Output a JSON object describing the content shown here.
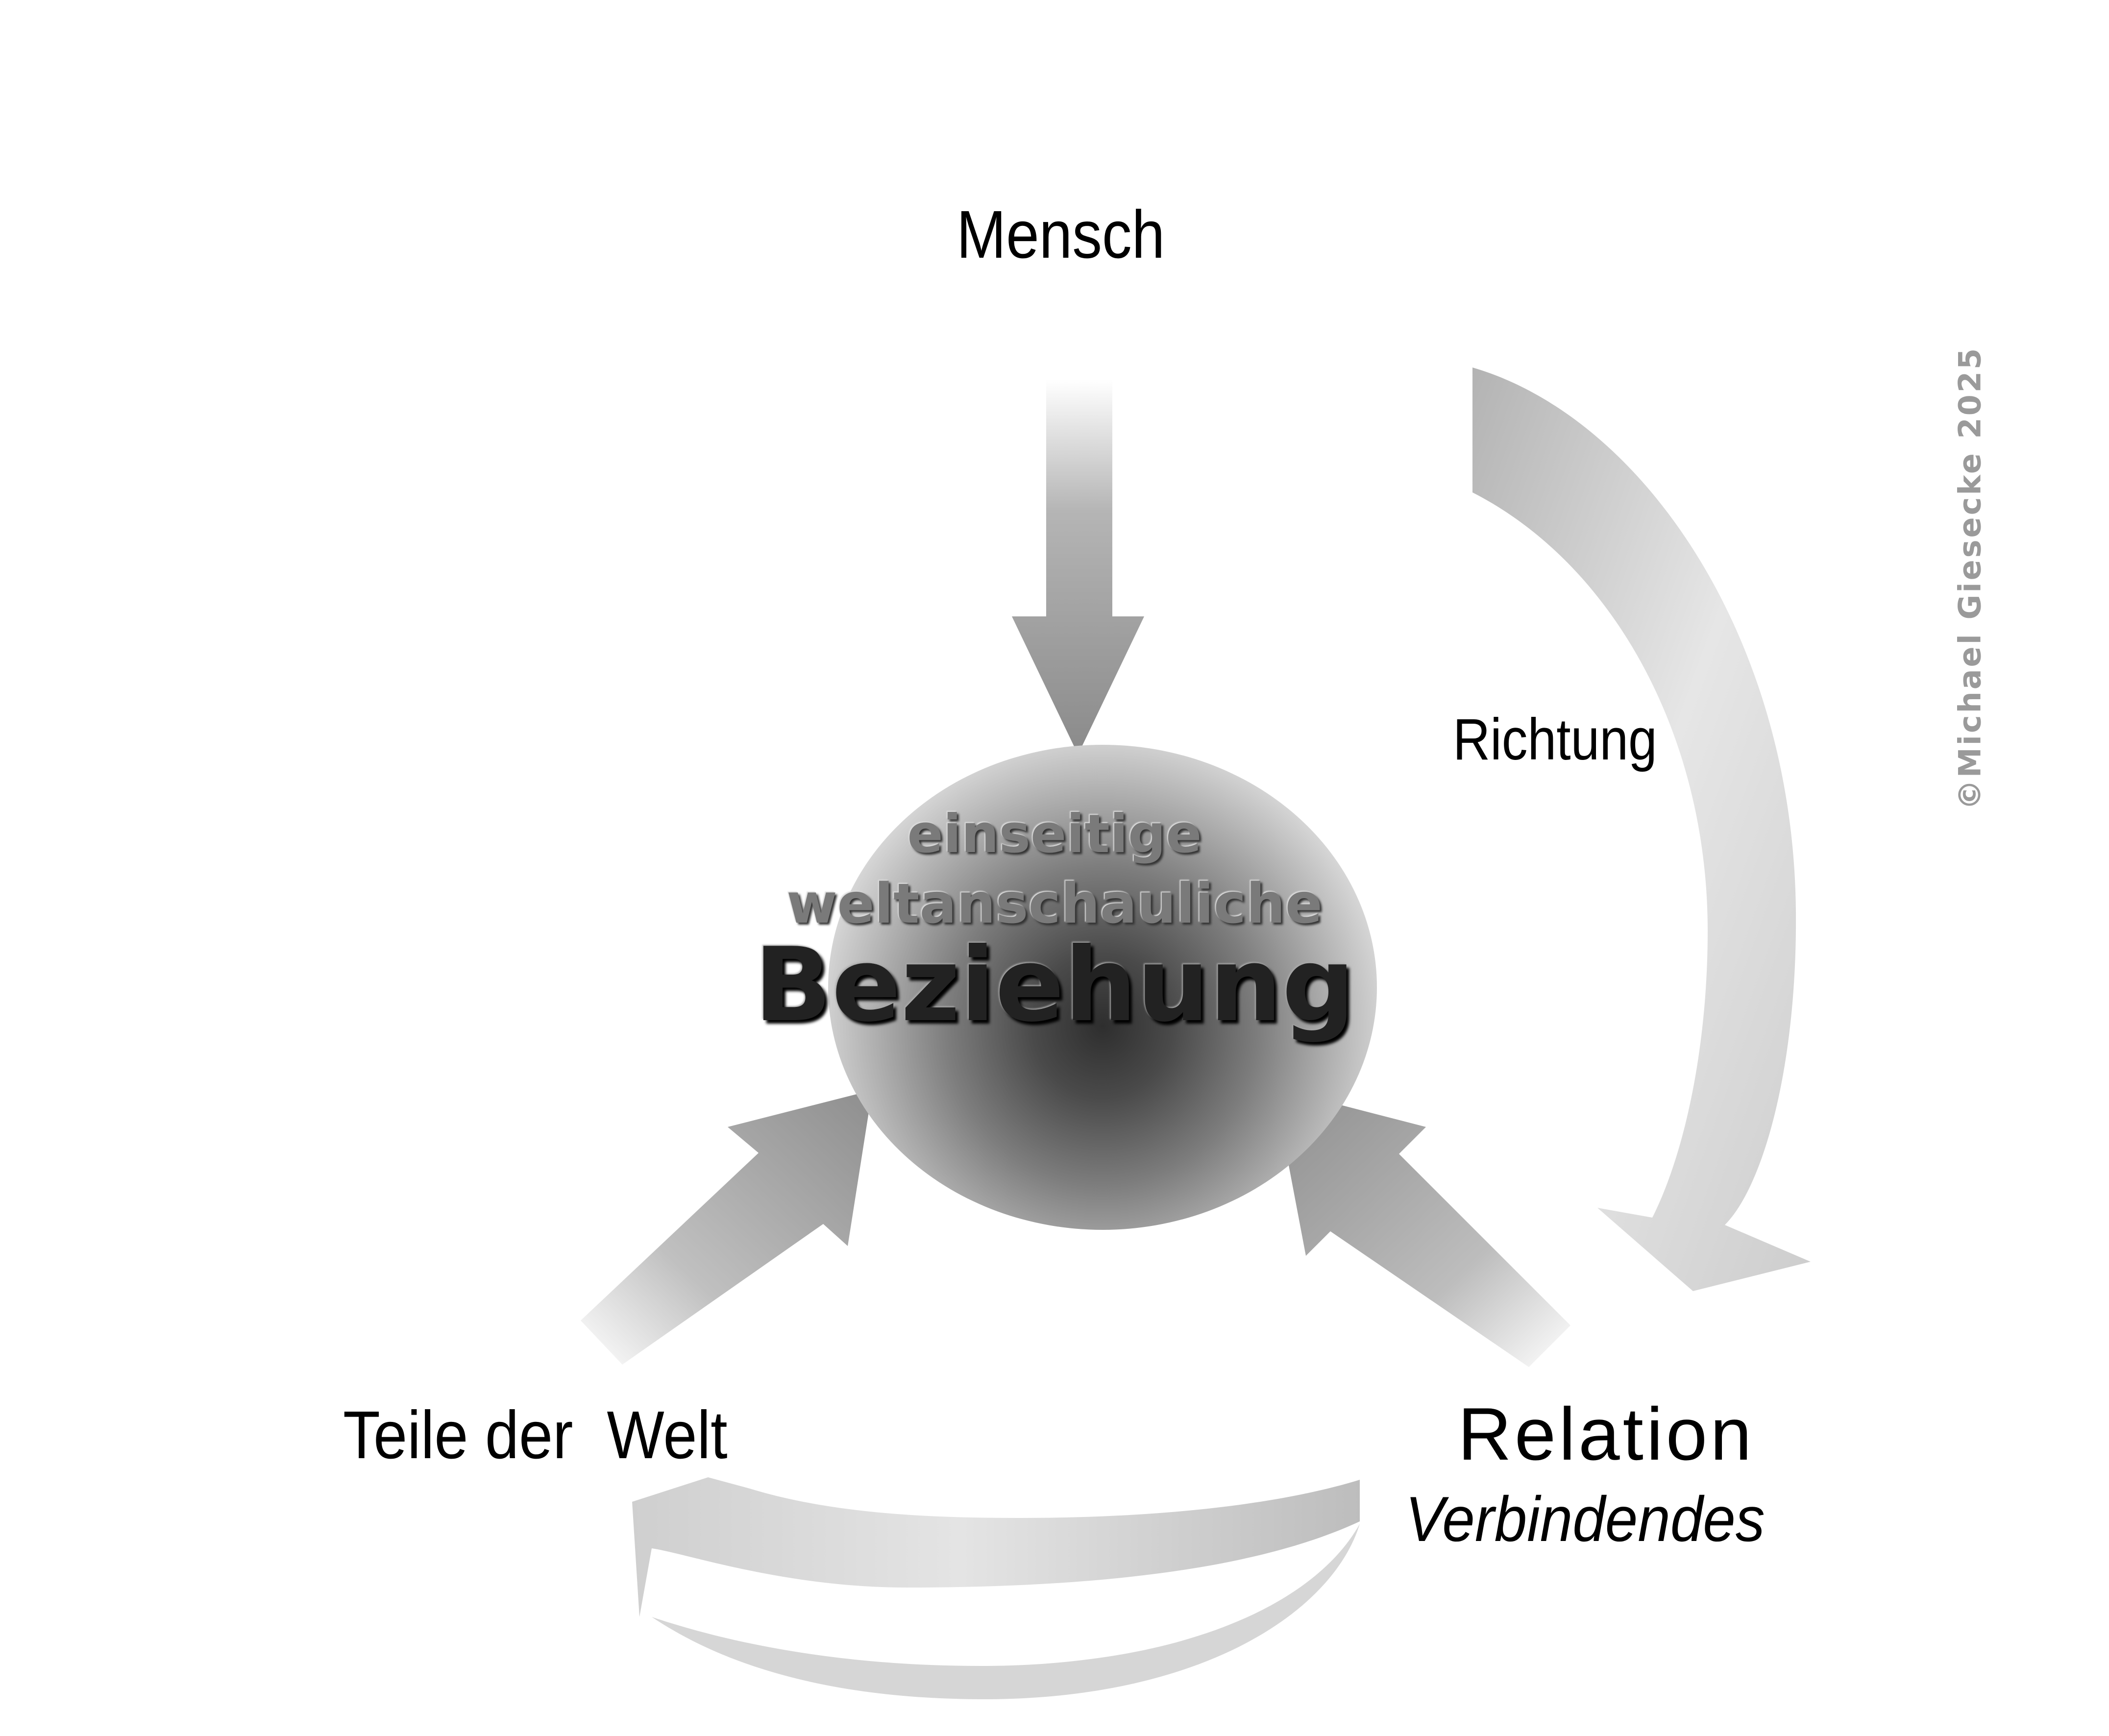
{
  "labels": {
    "top": "Mensch",
    "right_arc": "Richtung",
    "bottom_left": "Teile der  Welt",
    "bottom_right_title": "Relation",
    "bottom_right_subtitle": "Verbindendes"
  },
  "center": {
    "line1": "einseitige",
    "line2": "weltanschauliche",
    "line3": "Beziehung"
  },
  "copyright": "©Michael Giesecke  2025",
  "colors": {
    "arrow_dark": "#8a8a8a",
    "arrow_light": "#ffffff",
    "arc_color": "#c4c4c4",
    "text": "#000000"
  }
}
